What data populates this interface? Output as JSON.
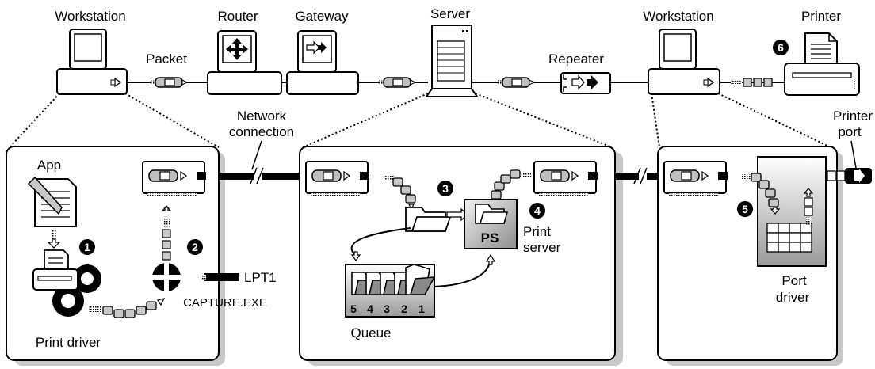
{
  "top_labels": {
    "workstation_left": "Workstation",
    "router": "Router",
    "gateway": "Gateway",
    "server": "Server",
    "workstation_right": "Workstation",
    "printer": "Printer",
    "packet": "Packet",
    "repeater": "Repeater"
  },
  "panel_labels": {
    "network_connection_line1": "Network",
    "network_connection_line2": "connection",
    "printer_port_line1": "Printer",
    "printer_port_line2": "port",
    "app": "App",
    "print_driver": "Print driver",
    "lpt1": "LPT1",
    "capture": "CAPTURE.EXE",
    "queue": "Queue",
    "ps": "PS",
    "print_server_line1": "Print",
    "print_server_line2": "server",
    "port_driver_line1": "Port",
    "port_driver_line2": "driver"
  },
  "queue_numbers": [
    "5",
    "4",
    "3",
    "2",
    "1"
  ],
  "steps": [
    "1",
    "2",
    "3",
    "4",
    "5",
    "6"
  ]
}
